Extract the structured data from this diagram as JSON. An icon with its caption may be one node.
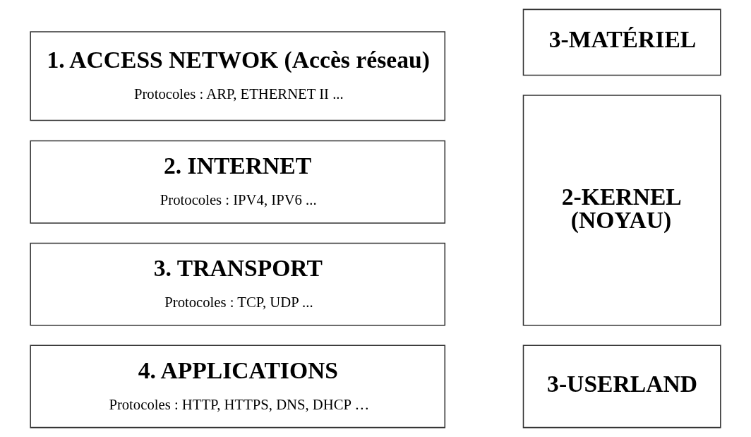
{
  "diagram": {
    "nodes": [
      {
        "text": [
          "4. APPLICATIONS",
          "Protocoles : HTTP, HTTPS, DNS, DHCP …"
        ]
      },
      {
        "text": [
          "3. TRANSPORT",
          "Protocoles : TCP, UDP ..."
        ]
      },
      {
        "text": [
          "2. INTERNET",
          "Protocoles : IPV4, IPV6 ..."
        ]
      },
      {
        "text": [
          "1. ACCESS NETWOK (Accès réseau)",
          "Protocoles : ARP, ETHERNET II ..."
        ]
      },
      {
        "text": [
          "3-USERLAND"
        ]
      },
      {
        "text": [
          "2-KERNEL (NOYAU)"
        ]
      },
      {
        "text": [
          "3-MATÉRIEL"
        ]
      }
    ]
  }
}
